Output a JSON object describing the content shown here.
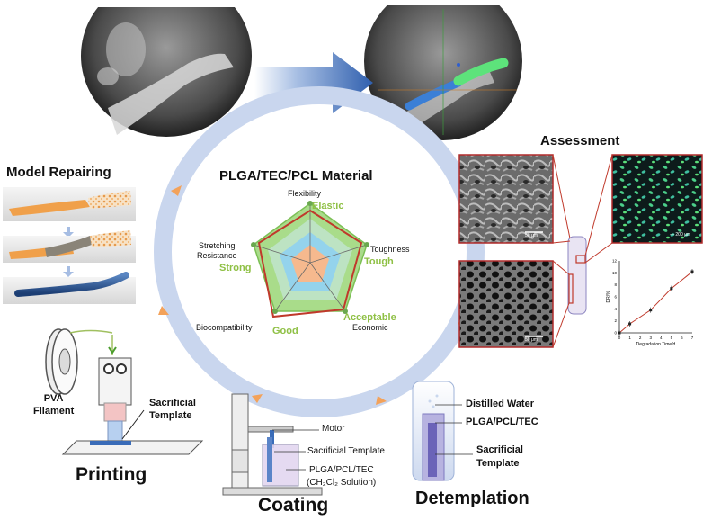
{
  "center": {
    "title": "PLGA/TEC/PCL Material",
    "axes": [
      {
        "label": "Flexibility",
        "quality": "Elastic"
      },
      {
        "label": "Toughness",
        "quality": "Tough"
      },
      {
        "label": "Economic",
        "quality": "Acceptable"
      },
      {
        "label": "Biocompatibility",
        "quality": "Good"
      },
      {
        "label": "Stretching\nResistance",
        "quality": "Strong"
      }
    ],
    "quality_color": "#8fc045"
  },
  "model_repairing": {
    "title": "Model Repairing"
  },
  "printing": {
    "title": "Printing",
    "pva_label": "PVA\nFilament",
    "template_label": "Sacrificial\nTemplate"
  },
  "coating": {
    "title": "Coating",
    "motor_label": "Motor",
    "template_label": "Sacrificial  Template",
    "solution_line1": "PLGA/PCL/TEC",
    "solution_line2": "(CH₂Cl₂ Solution)"
  },
  "detemplation": {
    "title": "Detemplation",
    "water_label": "Distilled Water",
    "polymer_label": "PLGA/PCL/TEC",
    "template_label": "Sacrificial\nTemplate"
  },
  "assessment": {
    "title": "Assessment",
    "scale_top": "50 μm",
    "scale_fluor": "— 200 μm",
    "scale_bottom": "50 μm",
    "chart": {
      "type": "line",
      "x": [
        0,
        1,
        2,
        3,
        4,
        5,
        6,
        7
      ],
      "tick_labels_x": [
        "0",
        "1",
        "2",
        "3",
        "4",
        "5",
        "6",
        "7"
      ],
      "tick_labels_y": [
        "0",
        "2",
        "4",
        "6",
        "8",
        "10",
        "12"
      ],
      "xlabel": "Degradation Time/d",
      "ylabel": "DR/%",
      "points": [
        {
          "x": 0,
          "y": 0
        },
        {
          "x": 1,
          "y": 1.5
        },
        {
          "x": 3,
          "y": 3.8
        },
        {
          "x": 5,
          "y": 7.4
        },
        {
          "x": 7,
          "y": 10.2
        }
      ],
      "ylim": [
        0,
        12
      ],
      "xlim": [
        0,
        7
      ]
    }
  },
  "colors": {
    "ring": "#c9d6ee",
    "arrow_blue": "#3b66b4",
    "orange": "#f3a25a",
    "red_line": "#c0392b",
    "green_fill": "#a9dc8a",
    "blue_fill": "#8fd0f1",
    "peach_fill": "#f6b98e"
  }
}
